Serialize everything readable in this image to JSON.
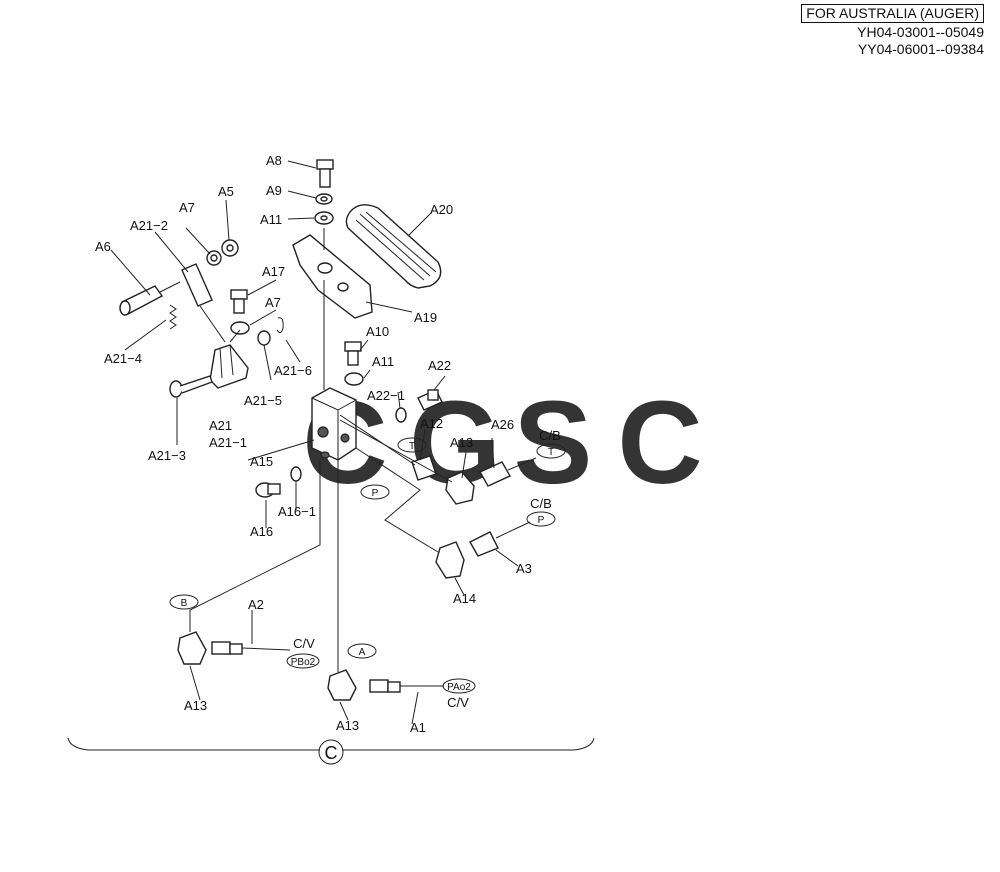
{
  "header": {
    "variant": "FOR AUSTRALIA (AUGER)",
    "serial_1": "YH04-03001--05049",
    "serial_2": "YY04-06001--09384"
  },
  "parts": {
    "A1": "A1",
    "A2": "A2",
    "A3": "A3",
    "A5": "A5",
    "A6": "A6",
    "A7a": "A7",
    "A7b": "A7",
    "A8": "A8",
    "A9": "A9",
    "A10": "A10",
    "A11a": "A11",
    "A11b": "A11",
    "A12": "A12",
    "A13a": "A13",
    "A13b": "A13",
    "A13c": "A13",
    "A14": "A14",
    "A15": "A15",
    "A16": "A16",
    "A16_1": "A16−1",
    "A17": "A17",
    "A19": "A19",
    "A20": "A20",
    "A21": "A21",
    "A21_1": "A21−1",
    "A21_2": "A21−2",
    "A21_3": "A21−3",
    "A21_4": "A21−4",
    "A21_5": "A21−5",
    "A21_6": "A21−6",
    "A22": "A22",
    "A22_1": "A22−1",
    "A26": "A26"
  },
  "ports": {
    "t1": "T",
    "t2": "T",
    "p1": "P",
    "p2": "P",
    "a": "A",
    "b": "B",
    "pbo2": "PBo2",
    "pao2": "PAo2",
    "cb1": "C/B",
    "cb2": "C/B",
    "cv1": "C/V",
    "cv2": "C/V"
  },
  "group": "C",
  "watermark": {
    "letters": [
      "C",
      "G",
      "S",
      "C"
    ],
    "colors": [
      "#4f86f2",
      "#ee6e66",
      "#f8cd4f",
      "#54b28c"
    ]
  }
}
